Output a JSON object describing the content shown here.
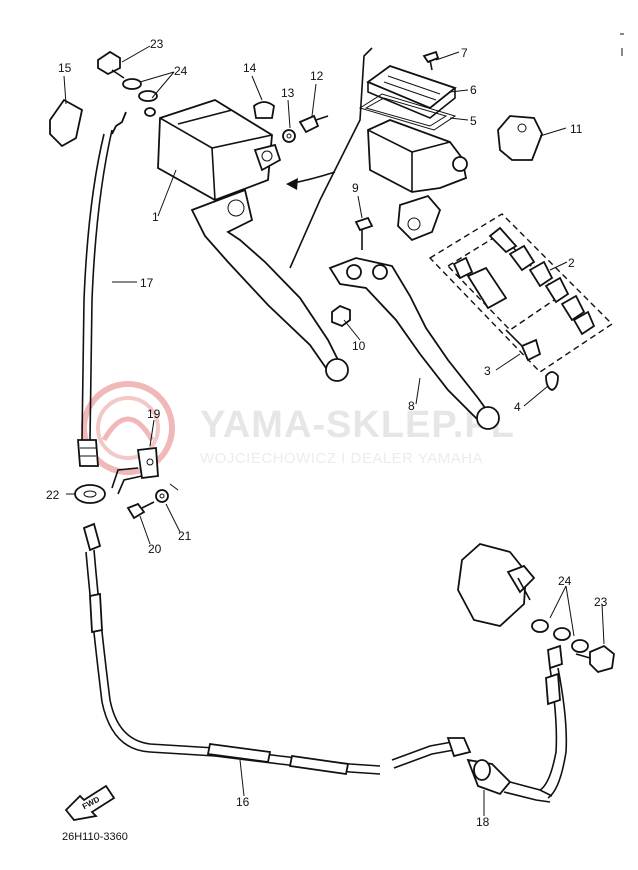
{
  "watermark": {
    "title": "YAMA-SKLEP.PL",
    "subtitle": "WOJCIECHOWICZ I DEALER YAMAHA",
    "logo_color": "#e8a0a0"
  },
  "callouts": {
    "c1": "1",
    "c2": "2",
    "c3": "3",
    "c4": "4",
    "c5": "5",
    "c6": "6",
    "c7": "7",
    "c8": "8",
    "c9": "9",
    "c10": "10",
    "c11": "11",
    "c12": "12",
    "c13": "13",
    "c14": "14",
    "c15": "15",
    "c16": "16",
    "c17": "17",
    "c18": "18",
    "c19": "19",
    "c20": "20",
    "c21": "21",
    "c22": "22",
    "c23a": "23",
    "c23b": "23",
    "c24a": "24",
    "c24b": "24"
  },
  "forward_arrow_label": "FWD",
  "diagram_reference": "26H110-3360"
}
